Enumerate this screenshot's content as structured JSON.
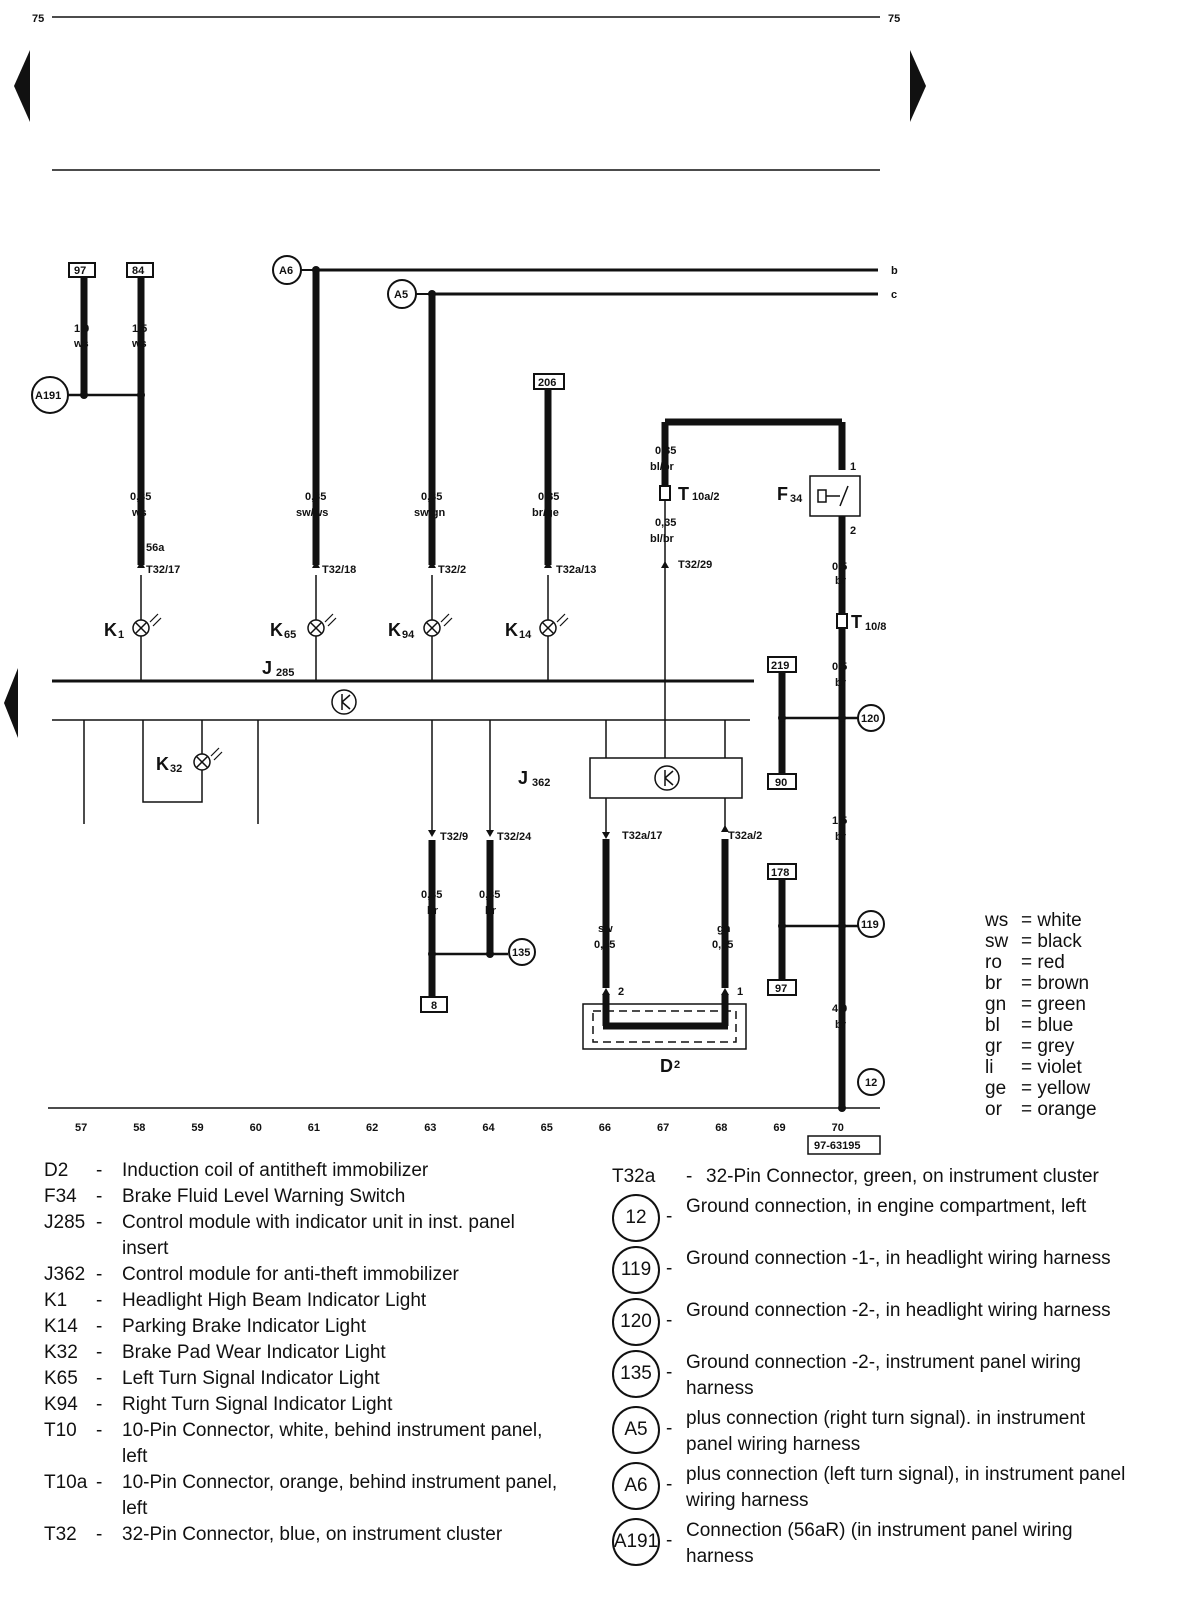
{
  "page": {
    "number_left": "75",
    "number_right": "75",
    "ref": "97-63195"
  },
  "wires": {
    "w97": "97",
    "w84": "84",
    "w206": "206",
    "w219": "219",
    "w90": "90",
    "w178": "178",
    "w97b": "97",
    "w8": "8",
    "g1_sz": "1,0",
    "g1_col": "ws",
    "g2_sz": "1,5",
    "g2_col": "ws",
    "k1_sz": "0,35",
    "k1_col": "ws",
    "k65_sz": "0,35",
    "k65_col": "sw/ws",
    "k94_sz": "0,35",
    "k94_col": "sw/gn",
    "k14_sz": "0,35",
    "k14_col": "br/ge",
    "t10a_sz1": "0,35",
    "t10a_col1": "bl/br",
    "t10a_sz2": "0,35",
    "t10a_col2": "bl/br",
    "f34_sz": "0,5",
    "f34_col": "br",
    "t10_sz": "0,5",
    "t10_col": "br",
    "g120_sz": "1,5",
    "g120_col": "br",
    "g12_sz": "4,0",
    "g12_col": "br",
    "t329_sz": "0,35",
    "t329_col": "br",
    "t3224_sz": "0,35",
    "t3224_col": "br",
    "d2a_col": "sw",
    "d2a_sz": "0,35",
    "d2b_col": "gn",
    "d2b_sz": "0,35",
    "b": "b",
    "c": "c",
    "f_1": "1",
    "f_2": "2",
    "d_2": "2",
    "d_1": "1"
  },
  "connectors": {
    "t32_17": "T32/17",
    "t32_18": "T32/18",
    "t32_2": "T32/2",
    "t32a_13": "T32a/13",
    "t32_29": "T32/29",
    "t32_9": "T32/9",
    "t32_24": "T32/24",
    "t32a_17": "T32a/17",
    "t32a_2": "T32a/2",
    "t10a2_main": "T",
    "t10a2_sub": "10a/2",
    "t108_main": "T",
    "t108_sub": "10/8",
    "c56a": "56a"
  },
  "components": {
    "k1": "K",
    "k1_sub": "1",
    "k65": "K",
    "k65_sub": "65",
    "k94": "K",
    "k94_sub": "94",
    "k14": "K",
    "k14_sub": "14",
    "k32": "K",
    "k32_sub": "32",
    "j285": "J",
    "j285_sub": "285",
    "j362": "J",
    "j362_sub": "362",
    "f34": "F",
    "f34_sub": "34",
    "d2": "D",
    "d2_sub": "2"
  },
  "circles": {
    "a6": "A6",
    "a5": "A5",
    "a191": "A191",
    "g135": "135",
    "g120": "120",
    "g119": "119",
    "g12": "12"
  },
  "tracks": [
    "57",
    "58",
    "59",
    "60",
    "61",
    "62",
    "63",
    "64",
    "65",
    "66",
    "67",
    "68",
    "69",
    "70"
  ],
  "color_legend": [
    {
      "ab": "ws",
      "eq": "= white"
    },
    {
      "ab": "sw",
      "eq": "= black"
    },
    {
      "ab": "ro",
      "eq": "= red"
    },
    {
      "ab": "br",
      "eq": "= brown"
    },
    {
      "ab": "gn",
      "eq": "= green"
    },
    {
      "ab": "bl",
      "eq": "= blue"
    },
    {
      "ab": "gr",
      "eq": "= grey"
    },
    {
      "ab": "li",
      "eq": "= violet"
    },
    {
      "ab": "ge",
      "eq": "= yellow"
    },
    {
      "ab": "or",
      "eq": "= orange"
    }
  ],
  "legend_left": [
    {
      "code": "D2",
      "desc": "Induction coil of antitheft immobilizer"
    },
    {
      "code": "F34",
      "desc": "Brake Fluid Level Warning Switch"
    },
    {
      "code": "J285",
      "desc": "Control module with indicator unit in inst. panel insert"
    },
    {
      "code": "J362",
      "desc": "Control module for anti-theft immobilizer"
    },
    {
      "code": "K1",
      "desc": "Headlight High Beam Indicator Light"
    },
    {
      "code": "K14",
      "desc": "Parking Brake Indicator Light"
    },
    {
      "code": "K32",
      "desc": "Brake Pad Wear Indicator Light"
    },
    {
      "code": "K65",
      "desc": "Left Turn Signal Indicator Light"
    },
    {
      "code": "K94",
      "desc": "Right Turn Signal Indicator Light"
    },
    {
      "code": "T10",
      "desc": "10-Pin Connector, white, behind instrument panel, left"
    },
    {
      "code": "T10a",
      "desc": "10-Pin Connector, orange, behind instrument panel, left"
    },
    {
      "code": "T32",
      "desc": "32-Pin Connector, blue, on instrument cluster"
    }
  ],
  "legend_right": [
    {
      "code": "T32a",
      "desc": "32-Pin Connector, green, on instrument cluster",
      "circle": false
    },
    {
      "code": "12",
      "desc": "Ground connection, in engine compartment, left",
      "circle": true
    },
    {
      "code": "119",
      "desc": "Ground connection -1-, in headlight wiring harness",
      "circle": true
    },
    {
      "code": "120",
      "desc": "Ground connection -2-, in headlight wiring harness",
      "circle": true
    },
    {
      "code": "135",
      "desc": "Ground connection -2-, instrument panel wiring harness",
      "circle": true
    },
    {
      "code": "A5",
      "desc": "plus connection (right turn signal). in instrument panel wiring harness",
      "circle": true
    },
    {
      "code": "A6",
      "desc": "plus connection (left turn signal), in instrument panel wiring harness",
      "circle": true
    },
    {
      "code": "A191",
      "desc": "Connection (56aR) (in instrument panel wiring harness",
      "circle": true
    }
  ],
  "colors": {
    "ink": "#111111",
    "paper": "#ffffff"
  }
}
